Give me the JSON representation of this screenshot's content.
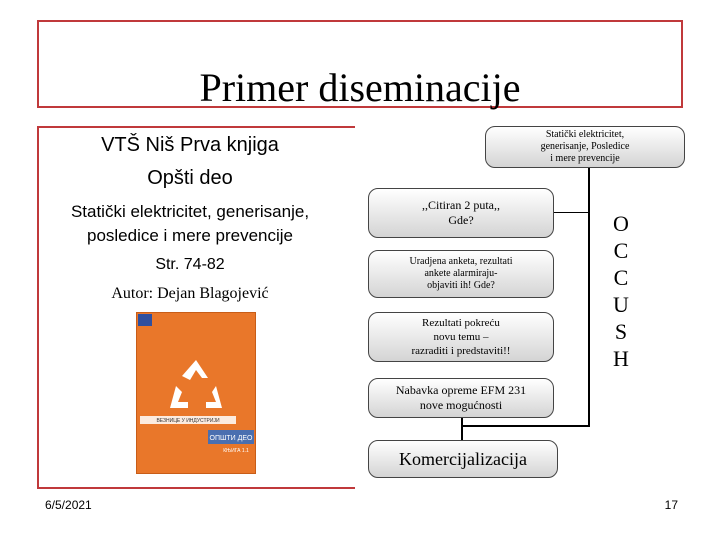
{
  "slide": {
    "title": "Primer diseminacije",
    "left": {
      "line1": "VTŠ Niš Prva knjiga",
      "line2": "Opšti deo",
      "line3a": "Statički elektricitet, generisanje,",
      "line3b": "posledice i mere prevencije",
      "pages": "Str. 74-82",
      "author": "Autor: Dejan Blagojević"
    },
    "book": {
      "top_label": "ВЕЗНИЦЕ У ИНДУСТРИЈИ",
      "title": "ОПШТИ ДЕО",
      "subtitle": "КЊИГА 1.1"
    },
    "nodes": [
      {
        "lines": [
          "Statički elektricitet,",
          "generisanje, Posledice",
          "i mere prevencije"
        ]
      },
      {
        "lines": [
          ",,Citiran 2 puta,,",
          "Gde?"
        ]
      },
      {
        "lines": [
          "Uradjena anketa, rezultati",
          "ankete alarmiraju-",
          "objaviti ih! Gde?"
        ]
      },
      {
        "lines": [
          "Rezultati pokreću",
          "novu temu –",
          "razraditi i predstaviti!!"
        ]
      },
      {
        "lines": [
          "Nabavka opreme EFM 231",
          "nove mogućnosti"
        ]
      },
      {
        "lines": [
          "Komercijalizacija"
        ]
      }
    ],
    "side_letters": [
      "O",
      "C",
      "C",
      "U",
      "S",
      "H"
    ],
    "footer": {
      "date": "6/5/2021",
      "page": "17"
    },
    "colors": {
      "frame": "#c0393b",
      "book_bg": "#e9772a",
      "recycle": "#ffffff"
    }
  }
}
